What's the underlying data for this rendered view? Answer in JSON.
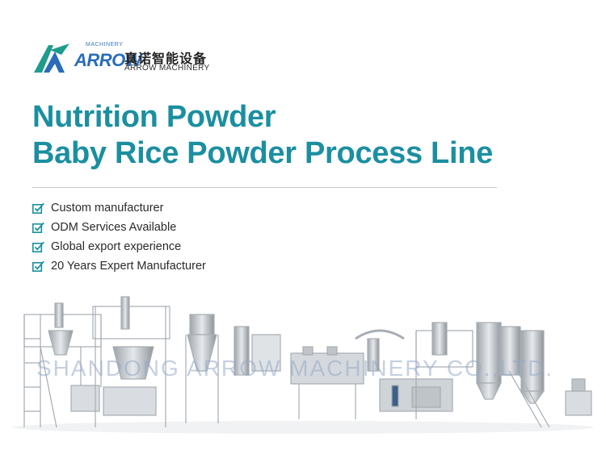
{
  "brand": {
    "machinery_small": "MACHINERY",
    "wordmark": "ARROW",
    "chinese_name": "真诺智能设备",
    "english_name": "ARROW MACHINERY"
  },
  "headline": {
    "line1": "Nutrition Powder",
    "line2": "Baby Rice Powder Process Line"
  },
  "features": [
    "Custom manufacturer",
    "ODM Services Available",
    "Global export experience",
    "20 Years Expert Manufacturer"
  ],
  "watermark": "SHANDONG ARROW MACHINERY CO.,LTD.",
  "colors": {
    "headline": "#1b8fa0",
    "brand_blue": "#2a6cb8",
    "brand_green": "#1e9c8c",
    "check": "#1b8fa0"
  }
}
